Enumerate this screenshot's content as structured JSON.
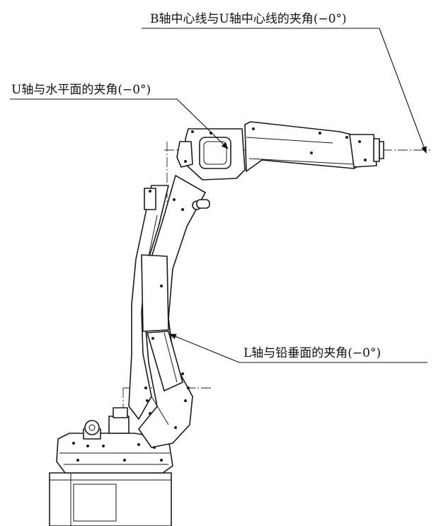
{
  "annotations": {
    "b_axis": "B轴中心线与U轴中心线的夹角(−0°)",
    "u_axis": "U轴与水平面的夹角(−0°)",
    "l_axis": "L轴与铅垂面的夹角(−0°)"
  }
}
